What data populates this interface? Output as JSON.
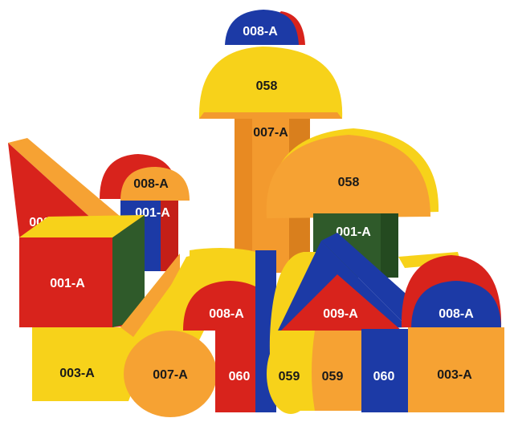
{
  "photo": {
    "colors": {
      "red": "#d8231c",
      "blue": "#1c3aa6",
      "yellow": "#f7d21a",
      "orange": "#f6a233",
      "green": "#2f5a2a",
      "background": "#ffffff"
    },
    "blocks": [
      {
        "id": "top-half-cylinder-small",
        "label": "008-A",
        "color": "blue"
      },
      {
        "id": "top-half-cylinder-large",
        "label": "058",
        "color": "yellow"
      },
      {
        "id": "center-tall-cylinder",
        "label": "007-A",
        "color": "orange"
      },
      {
        "id": "right-half-cylinder-large",
        "label": "058",
        "color": "orange"
      },
      {
        "id": "left-back-half-cylinder",
        "label": "008-A",
        "color": "orange"
      },
      {
        "id": "left-back-cube-small",
        "label": "001-A",
        "color": "blue"
      },
      {
        "id": "left-prism",
        "label": "009-A",
        "color": "red"
      },
      {
        "id": "right-cube-green",
        "label": "001-A",
        "color": "green"
      },
      {
        "id": "left-cube",
        "label": "001-A",
        "color": "red"
      },
      {
        "id": "center-half-cylinder",
        "label": "008-A",
        "color": "red"
      },
      {
        "id": "right-prism",
        "label": "009-A",
        "color": "red"
      },
      {
        "id": "right-half-cylinder-small",
        "label": "008-A",
        "color": "blue"
      },
      {
        "id": "bottom-left-block",
        "label": "003-A",
        "color": "yellow"
      },
      {
        "id": "bottom-cylinder-left",
        "label": "007-A",
        "color": "orange"
      },
      {
        "id": "bottom-tall-block-red",
        "label": "060",
        "color": "red"
      },
      {
        "id": "bottom-half-cyl-yellow",
        "label": "059",
        "color": "yellow"
      },
      {
        "id": "bottom-half-cyl-orange",
        "label": "059",
        "color": "orange"
      },
      {
        "id": "bottom-tall-block-blue",
        "label": "060",
        "color": "blue"
      },
      {
        "id": "bottom-right-block",
        "label": "003-A",
        "color": "orange"
      }
    ]
  }
}
